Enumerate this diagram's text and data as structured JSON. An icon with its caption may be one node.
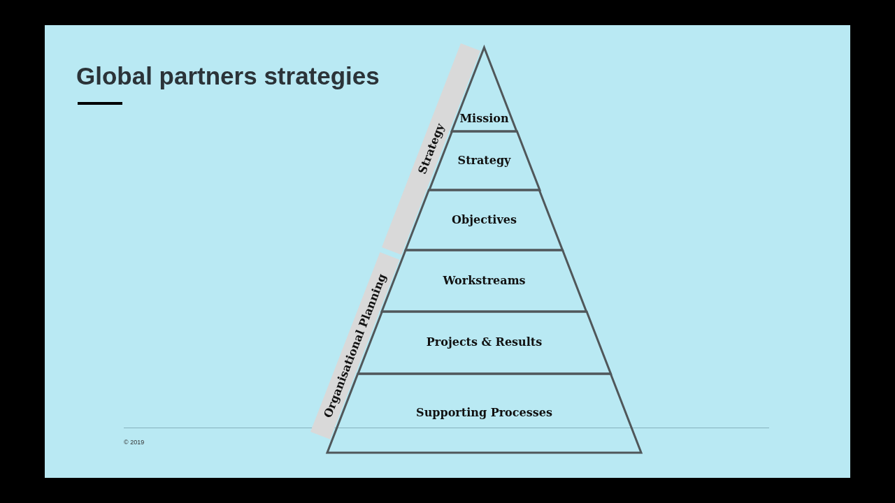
{
  "diagram": {
    "title": "Global partners strategies",
    "nodes": [
      {
        "text": [
          "Mission"
        ]
      },
      {
        "text": [
          "Strategy"
        ]
      },
      {
        "text": [
          "Objectives"
        ]
      },
      {
        "text": [
          "Workstreams"
        ]
      },
      {
        "text": [
          "Projects & Results"
        ]
      },
      {
        "text": [
          "Supporting Processes"
        ]
      },
      {
        "text": [
          "Strategy"
        ]
      },
      {
        "text": [
          "Organisational Planning"
        ]
      }
    ],
    "labels": [
      "© 2019"
    ]
  }
}
